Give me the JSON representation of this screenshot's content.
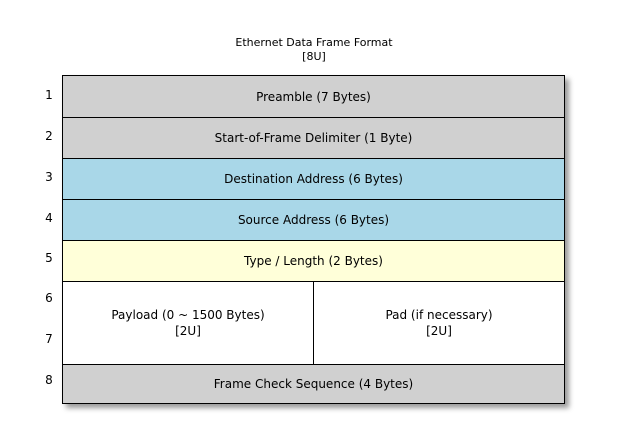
{
  "title": {
    "main": "Ethernet Data Frame Format",
    "sub": "[8U]"
  },
  "diagram": {
    "row_numbers": [
      "1",
      "2",
      "3",
      "4",
      "5",
      "6",
      "7",
      "8"
    ],
    "rows": [
      {
        "index": "1",
        "label": "Preamble (7 Bytes)",
        "color": "#d0d0d0"
      },
      {
        "index": "2",
        "label": "Start-of-Frame Delimiter (1 Byte)",
        "color": "#d0d0d0"
      },
      {
        "index": "3",
        "label": "Destination Address (6 Bytes)",
        "color": "#a9d7e8"
      },
      {
        "index": "4",
        "label": "Source Address (6 Bytes)",
        "color": "#a9d7e8"
      },
      {
        "index": "5",
        "label": "Type / Length (2 Bytes)",
        "color": "#ffffd9"
      },
      {
        "index": "6-7",
        "color": "#ffffff",
        "split": true,
        "left": {
          "line1": "Payload (0 ~ 1500 Bytes)",
          "line2": "[2U]"
        },
        "right": {
          "line1": "Pad (if necessary)",
          "line2": "[2U]"
        }
      },
      {
        "index": "8",
        "label": "Frame Check Sequence (4 Bytes)",
        "color": "#d0d0d0"
      }
    ]
  },
  "colors": {
    "header_gray": "#d0d0d0",
    "address_blue": "#a9d7e8",
    "type_yellow": "#ffffd9",
    "payload_white": "#ffffff",
    "border": "#000000",
    "background": "#ffffff"
  }
}
